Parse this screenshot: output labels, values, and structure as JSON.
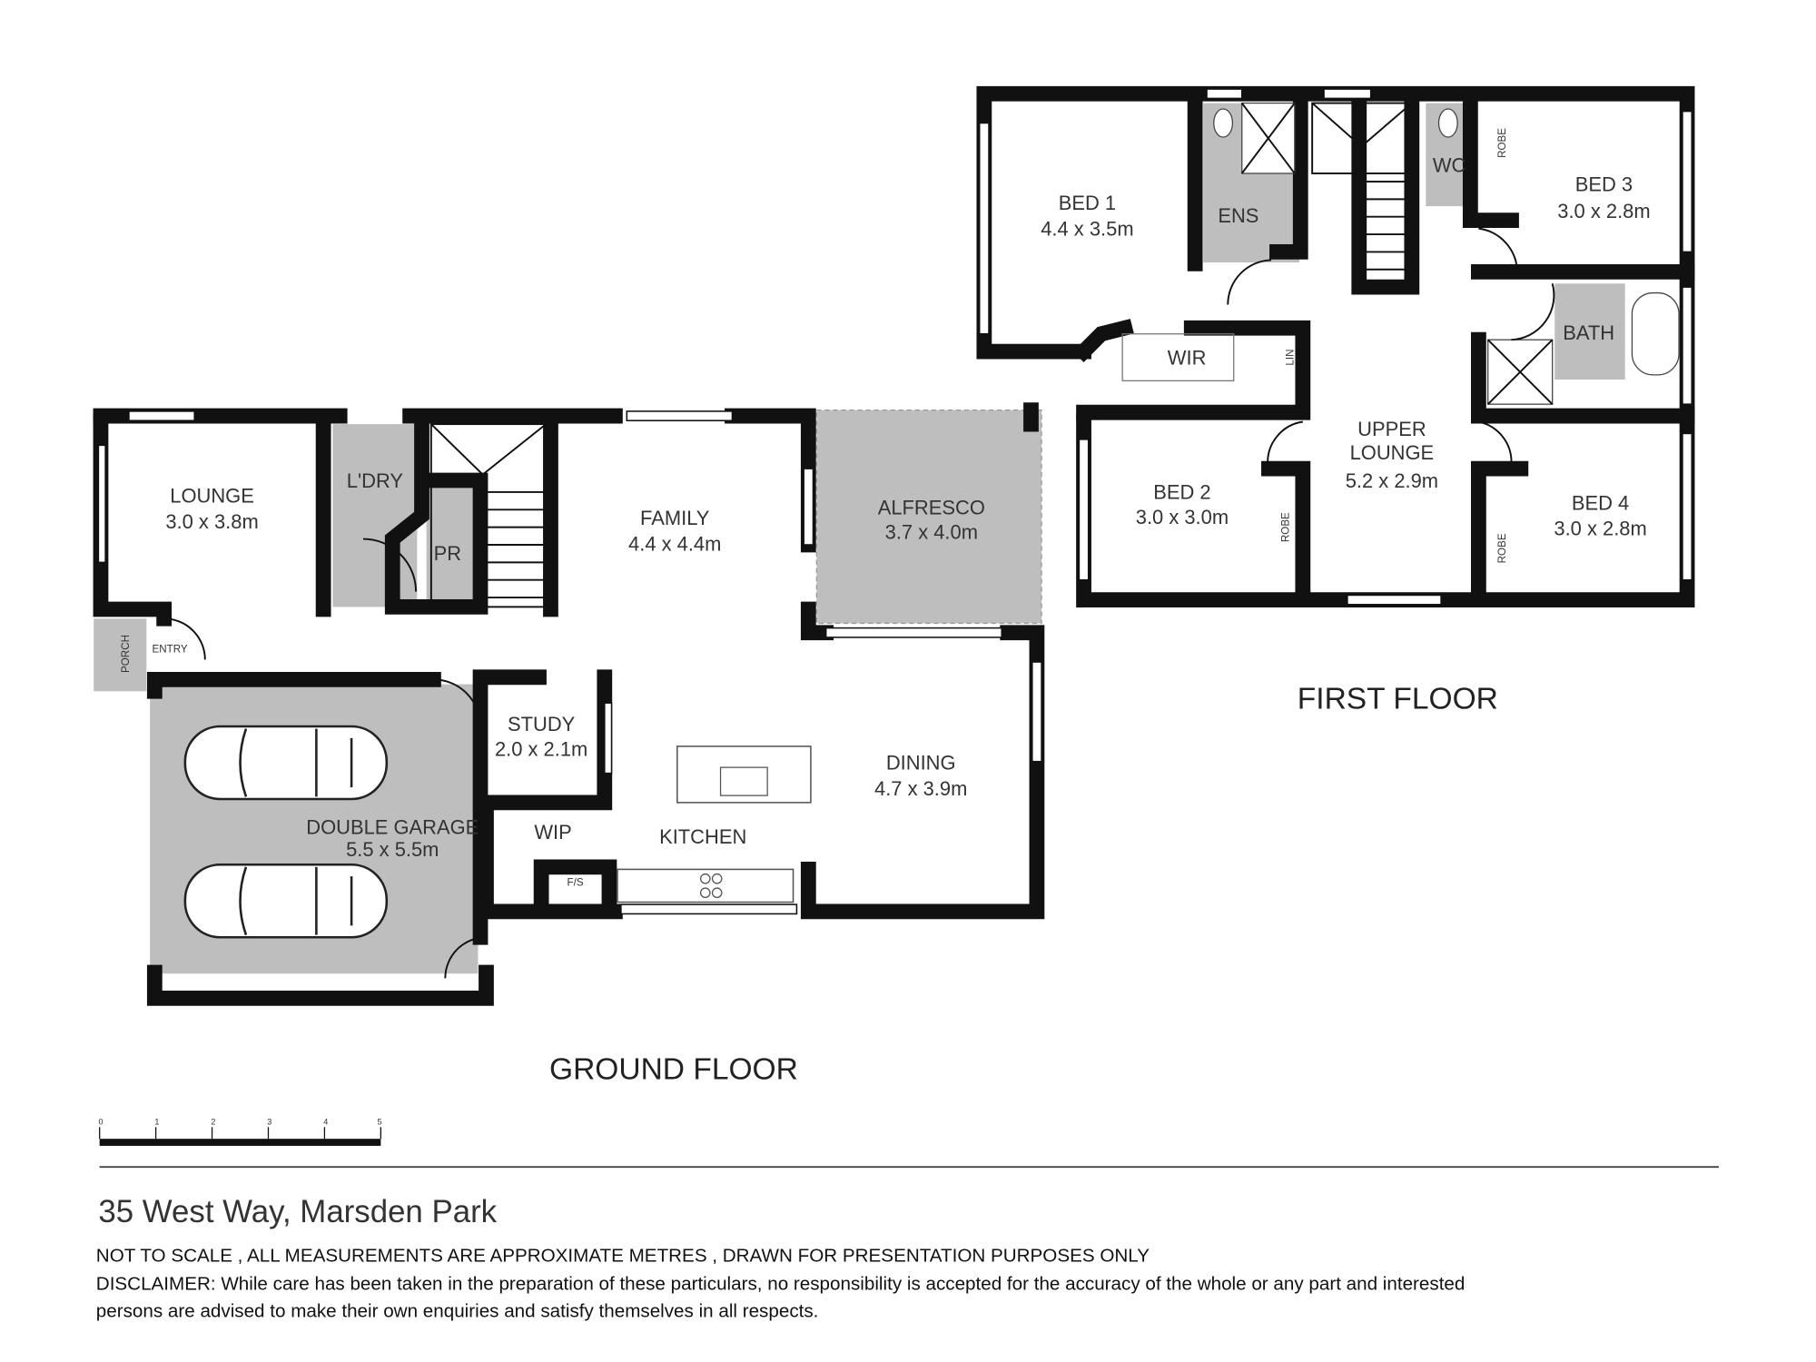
{
  "ground_floor": {
    "title": "GROUND FLOOR",
    "rooms": [
      {
        "name": "LOUNGE",
        "size": "3.0 x 3.8m"
      },
      {
        "name": "L'DRY",
        "size": ""
      },
      {
        "name": "PR",
        "size": ""
      },
      {
        "name": "FAMILY",
        "size": "4.4 x 4.4m"
      },
      {
        "name": "ALFRESCO",
        "size": "3.7 x 4.0m"
      },
      {
        "name": "PORCH",
        "size": ""
      },
      {
        "name": "ENTRY",
        "size": ""
      },
      {
        "name": "STUDY",
        "size": "2.0 x 2.1m"
      },
      {
        "name": "DINING",
        "size": "4.7 x 3.9m"
      },
      {
        "name": "DOUBLE GARAGE",
        "size": "5.5 x 5.5m"
      },
      {
        "name": "WIP",
        "size": ""
      },
      {
        "name": "KITCHEN",
        "size": ""
      },
      {
        "name": "F/S",
        "size": ""
      }
    ]
  },
  "first_floor": {
    "title": "FIRST FLOOR",
    "rooms": [
      {
        "name": "BED 1",
        "size": "4.4 x 3.5m"
      },
      {
        "name": "ENS",
        "size": ""
      },
      {
        "name": "WC",
        "size": ""
      },
      {
        "name": "BED 3",
        "size": "3.0 x 2.8m"
      },
      {
        "name": "BATH",
        "size": ""
      },
      {
        "name": "WIR",
        "size": ""
      },
      {
        "name": "LIN",
        "size": ""
      },
      {
        "name": "UPPER",
        "size": "LOUNGE"
      },
      {
        "name": "5.2 x 2.9m",
        "size": ""
      },
      {
        "name": "BED 2",
        "size": "3.0 x 3.0m"
      },
      {
        "name": "BED 4",
        "size": "3.0 x 2.8m"
      },
      {
        "name": "ROBE",
        "size": ""
      }
    ]
  },
  "scale_bar": {
    "ticks": [
      "0",
      "1",
      "2",
      "3",
      "4",
      "5"
    ]
  },
  "footer": {
    "address": "35 West Way, Marsden Park",
    "note": "NOT TO SCALE , ALL MEASUREMENTS ARE APPROXIMATE METRES , DRAWN FOR PRESENTATION PURPOSES ONLY",
    "disclaimer_line1": "DISCLAIMER:  While care has been taken in the preparation of these particulars, no responsibility is accepted for the accuracy of the whole or any part and interested",
    "disclaimer_line2": "persons are advised to make their own enquiries and satisfy  themselves in all respects."
  },
  "colors": {
    "wall": "#111111",
    "wet_area": "#bebebe",
    "text": "#333333"
  }
}
